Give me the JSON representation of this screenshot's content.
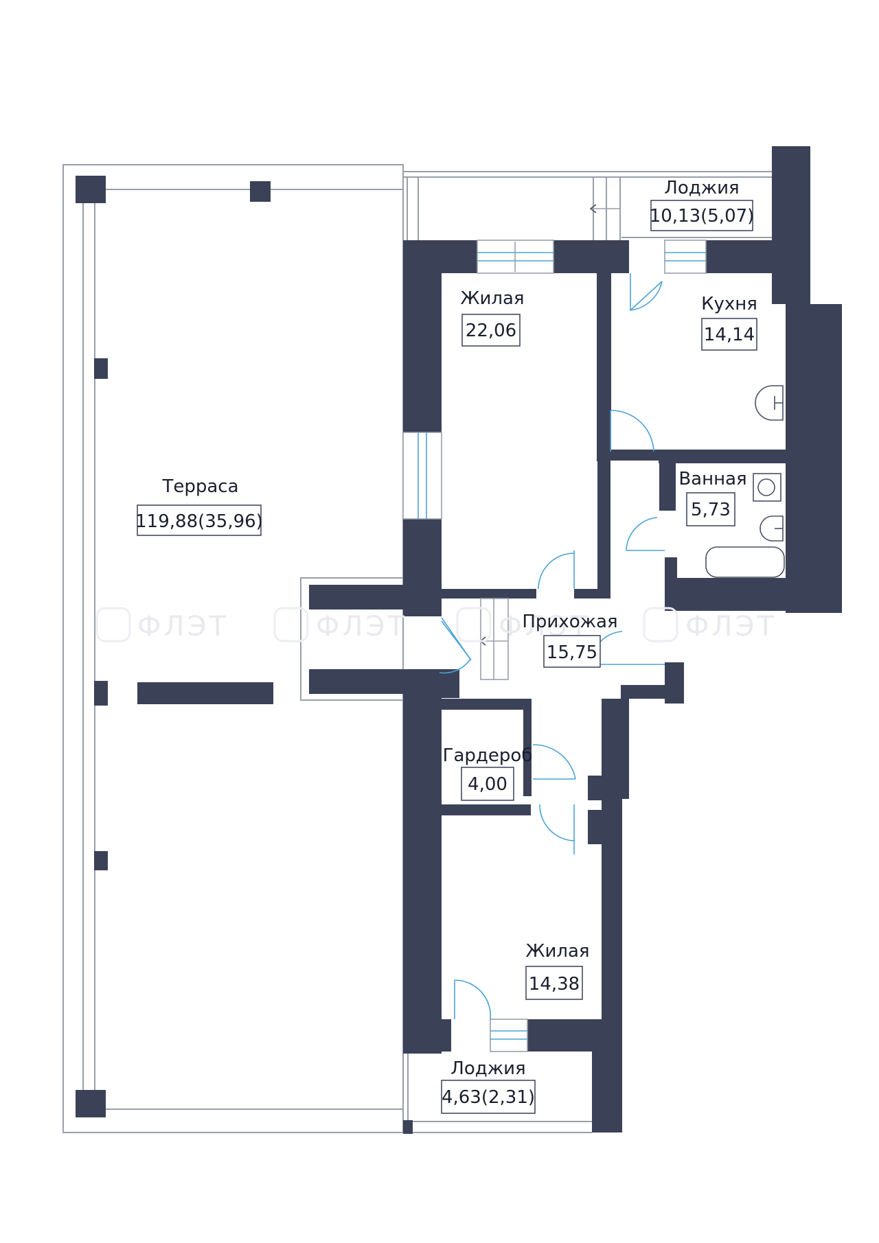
{
  "colors": {
    "wall": "#3b4157",
    "outline": "#9a9ea8",
    "window": "#4aa3d6",
    "door": "#4aa3d6",
    "text": "#1b1f2e"
  },
  "watermark": {
    "text": "ФЛЭТ"
  },
  "rooms": [
    {
      "name": "Терраса",
      "area": "119,88(35,96)"
    },
    {
      "name": "Лоджия",
      "area": "10,13(5,07)"
    },
    {
      "name": "Жилая",
      "area": "22,06"
    },
    {
      "name": "Кухня",
      "area": "14,14"
    },
    {
      "name": "Ванная",
      "area": "5,73"
    },
    {
      "name": "Прихожая",
      "area": "15,75"
    },
    {
      "name": "Гардероб",
      "area": "4,00"
    },
    {
      "name": "Жилая",
      "area": "14,38"
    },
    {
      "name": "Лоджия",
      "area": "4,63(2,31)"
    }
  ]
}
